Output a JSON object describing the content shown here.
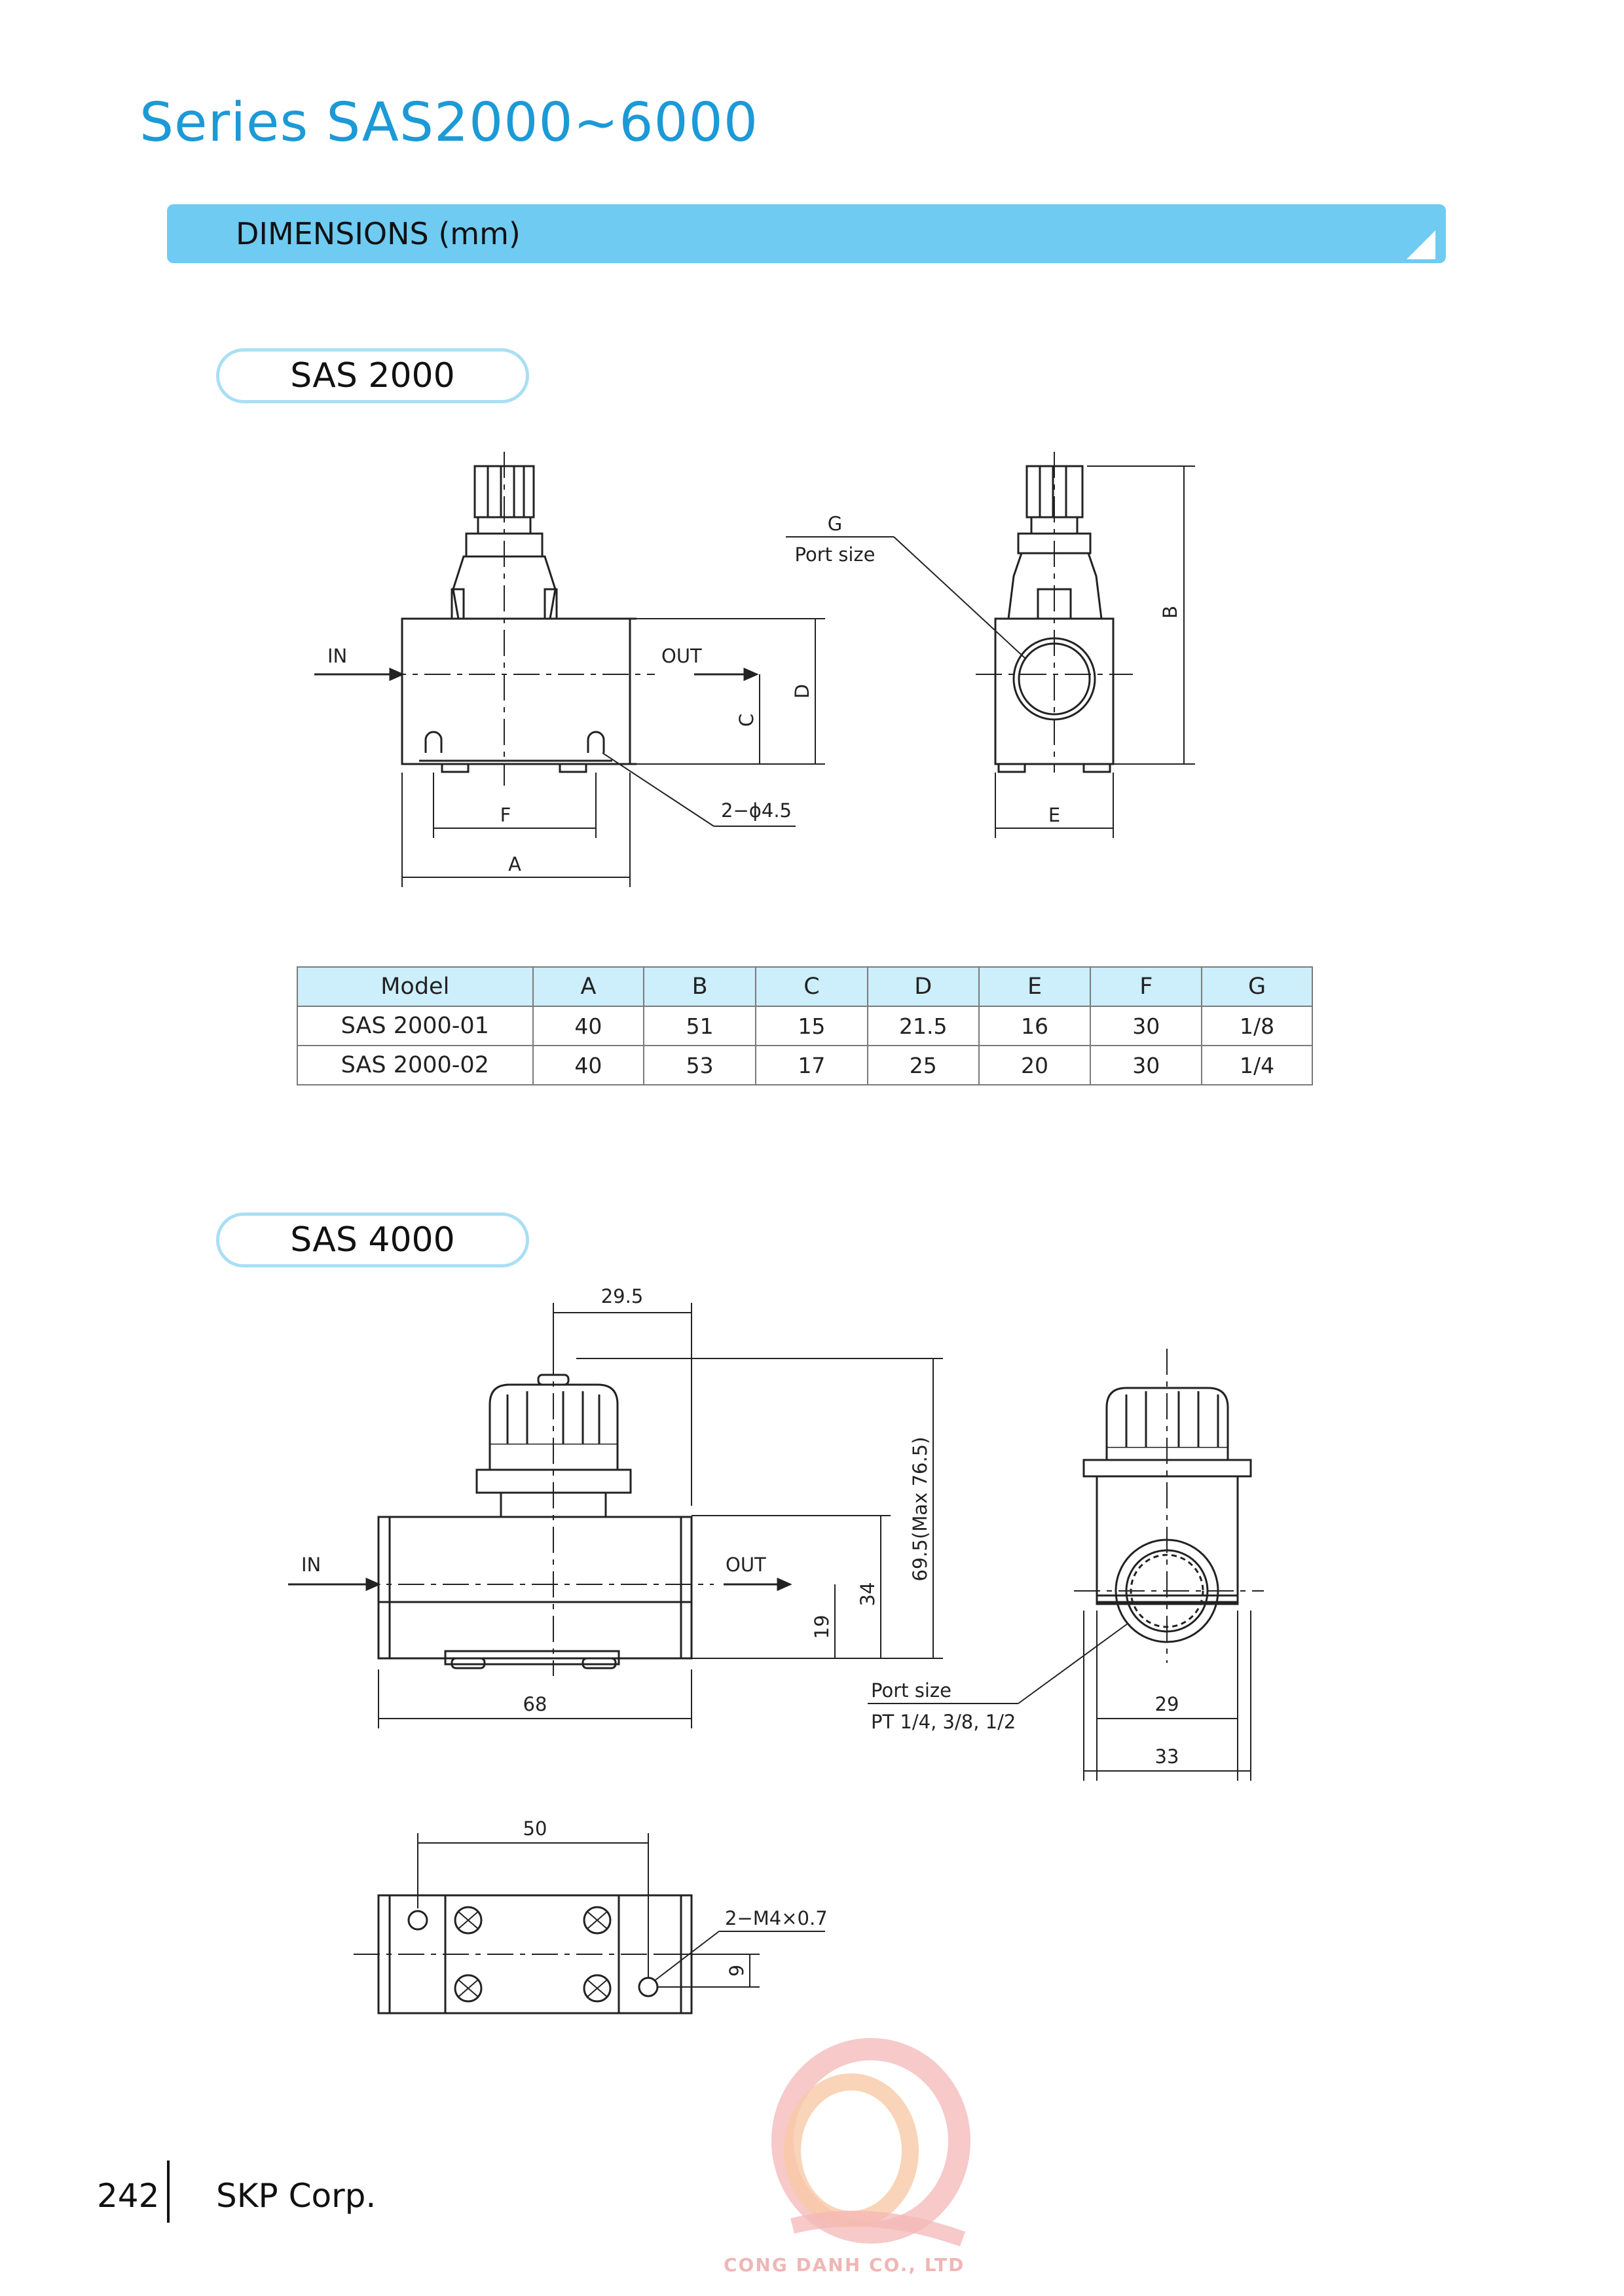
{
  "header": {
    "title": "Series SAS2000~6000"
  },
  "section": {
    "title": "DIMENSIONS (mm)"
  },
  "sas2000": {
    "label": "SAS 2000",
    "drawing": {
      "in": "IN",
      "out": "OUT",
      "a": "A",
      "b": "B",
      "c": "C",
      "d": "D",
      "e": "E",
      "f": "F",
      "g": "G",
      "port_size": "Port size",
      "holes": "2−ϕ4.5"
    },
    "table": {
      "headers": [
        "Model",
        "A",
        "B",
        "C",
        "D",
        "E",
        "F",
        "G"
      ],
      "rows": [
        [
          "SAS 2000-01",
          "40",
          "51",
          "15",
          "21.5",
          "16",
          "30",
          "1/8"
        ],
        [
          "SAS 2000-02",
          "40",
          "53",
          "17",
          "25",
          "20",
          "30",
          "1/4"
        ]
      ]
    }
  },
  "sas4000": {
    "label": "SAS 4000",
    "drawing": {
      "in": "IN",
      "out": "OUT",
      "dim_29_5": "29.5",
      "dim_69_5": "69.5(Max 76.5)",
      "dim_34": "34",
      "dim_19": "19",
      "dim_68": "68",
      "port_size": "Port size",
      "port_spec": "PT 1/4, 3/8, 1/2",
      "dim_29": "29",
      "dim_33": "33",
      "dim_50": "50",
      "dim_9": "9",
      "holes": "2−M4×0.7"
    }
  },
  "footer": {
    "page": "242",
    "company": "SKP Corp."
  },
  "watermark": {
    "text": "CONG DANH CO., LTD"
  }
}
